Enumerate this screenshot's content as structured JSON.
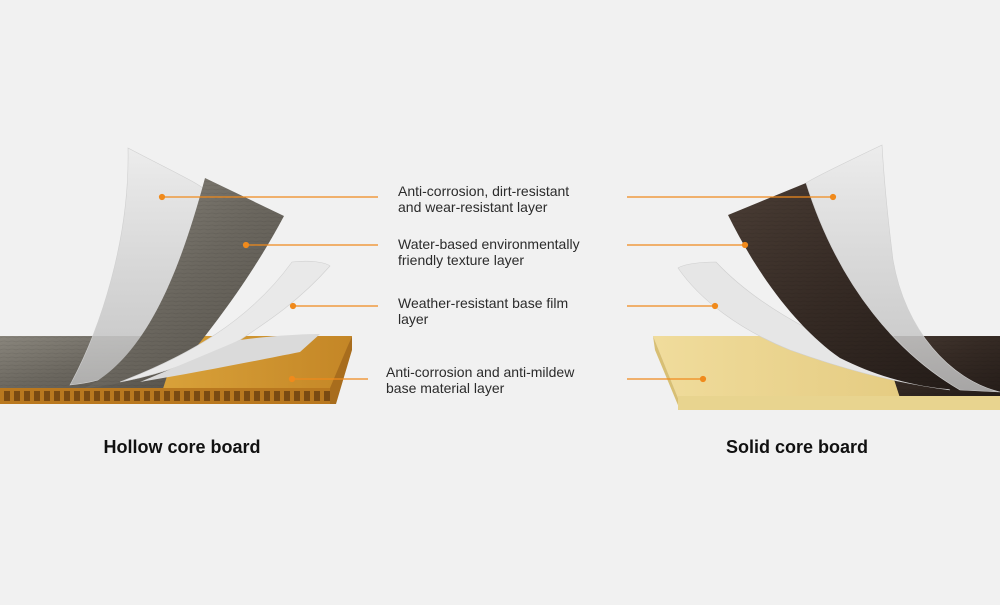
{
  "layers": [
    {
      "text": "Anti-corrosion, dirt-resistant\nand wear-resistant layer"
    },
    {
      "text": "Water-based environmentally\nfriendly texture layer"
    },
    {
      "text": "Weather-resistant base film\nlayer"
    },
    {
      "text": "Anti-corrosion and anti-mildew\nbase material layer"
    }
  ],
  "boards": {
    "hollow": {
      "title": "Hollow core board"
    },
    "solid": {
      "title": "Solid core board"
    }
  },
  "colors": {
    "background": "#f1f1f1",
    "leader_line": "#f08a1c",
    "gray_wood": "#6e6a62",
    "dark_wood": "#3a2f29",
    "clear_film": "#d9d9d9",
    "base_film": "#e6e6e6",
    "hollow_core": "#c98d2a",
    "solid_core": "#e7cf8a"
  }
}
